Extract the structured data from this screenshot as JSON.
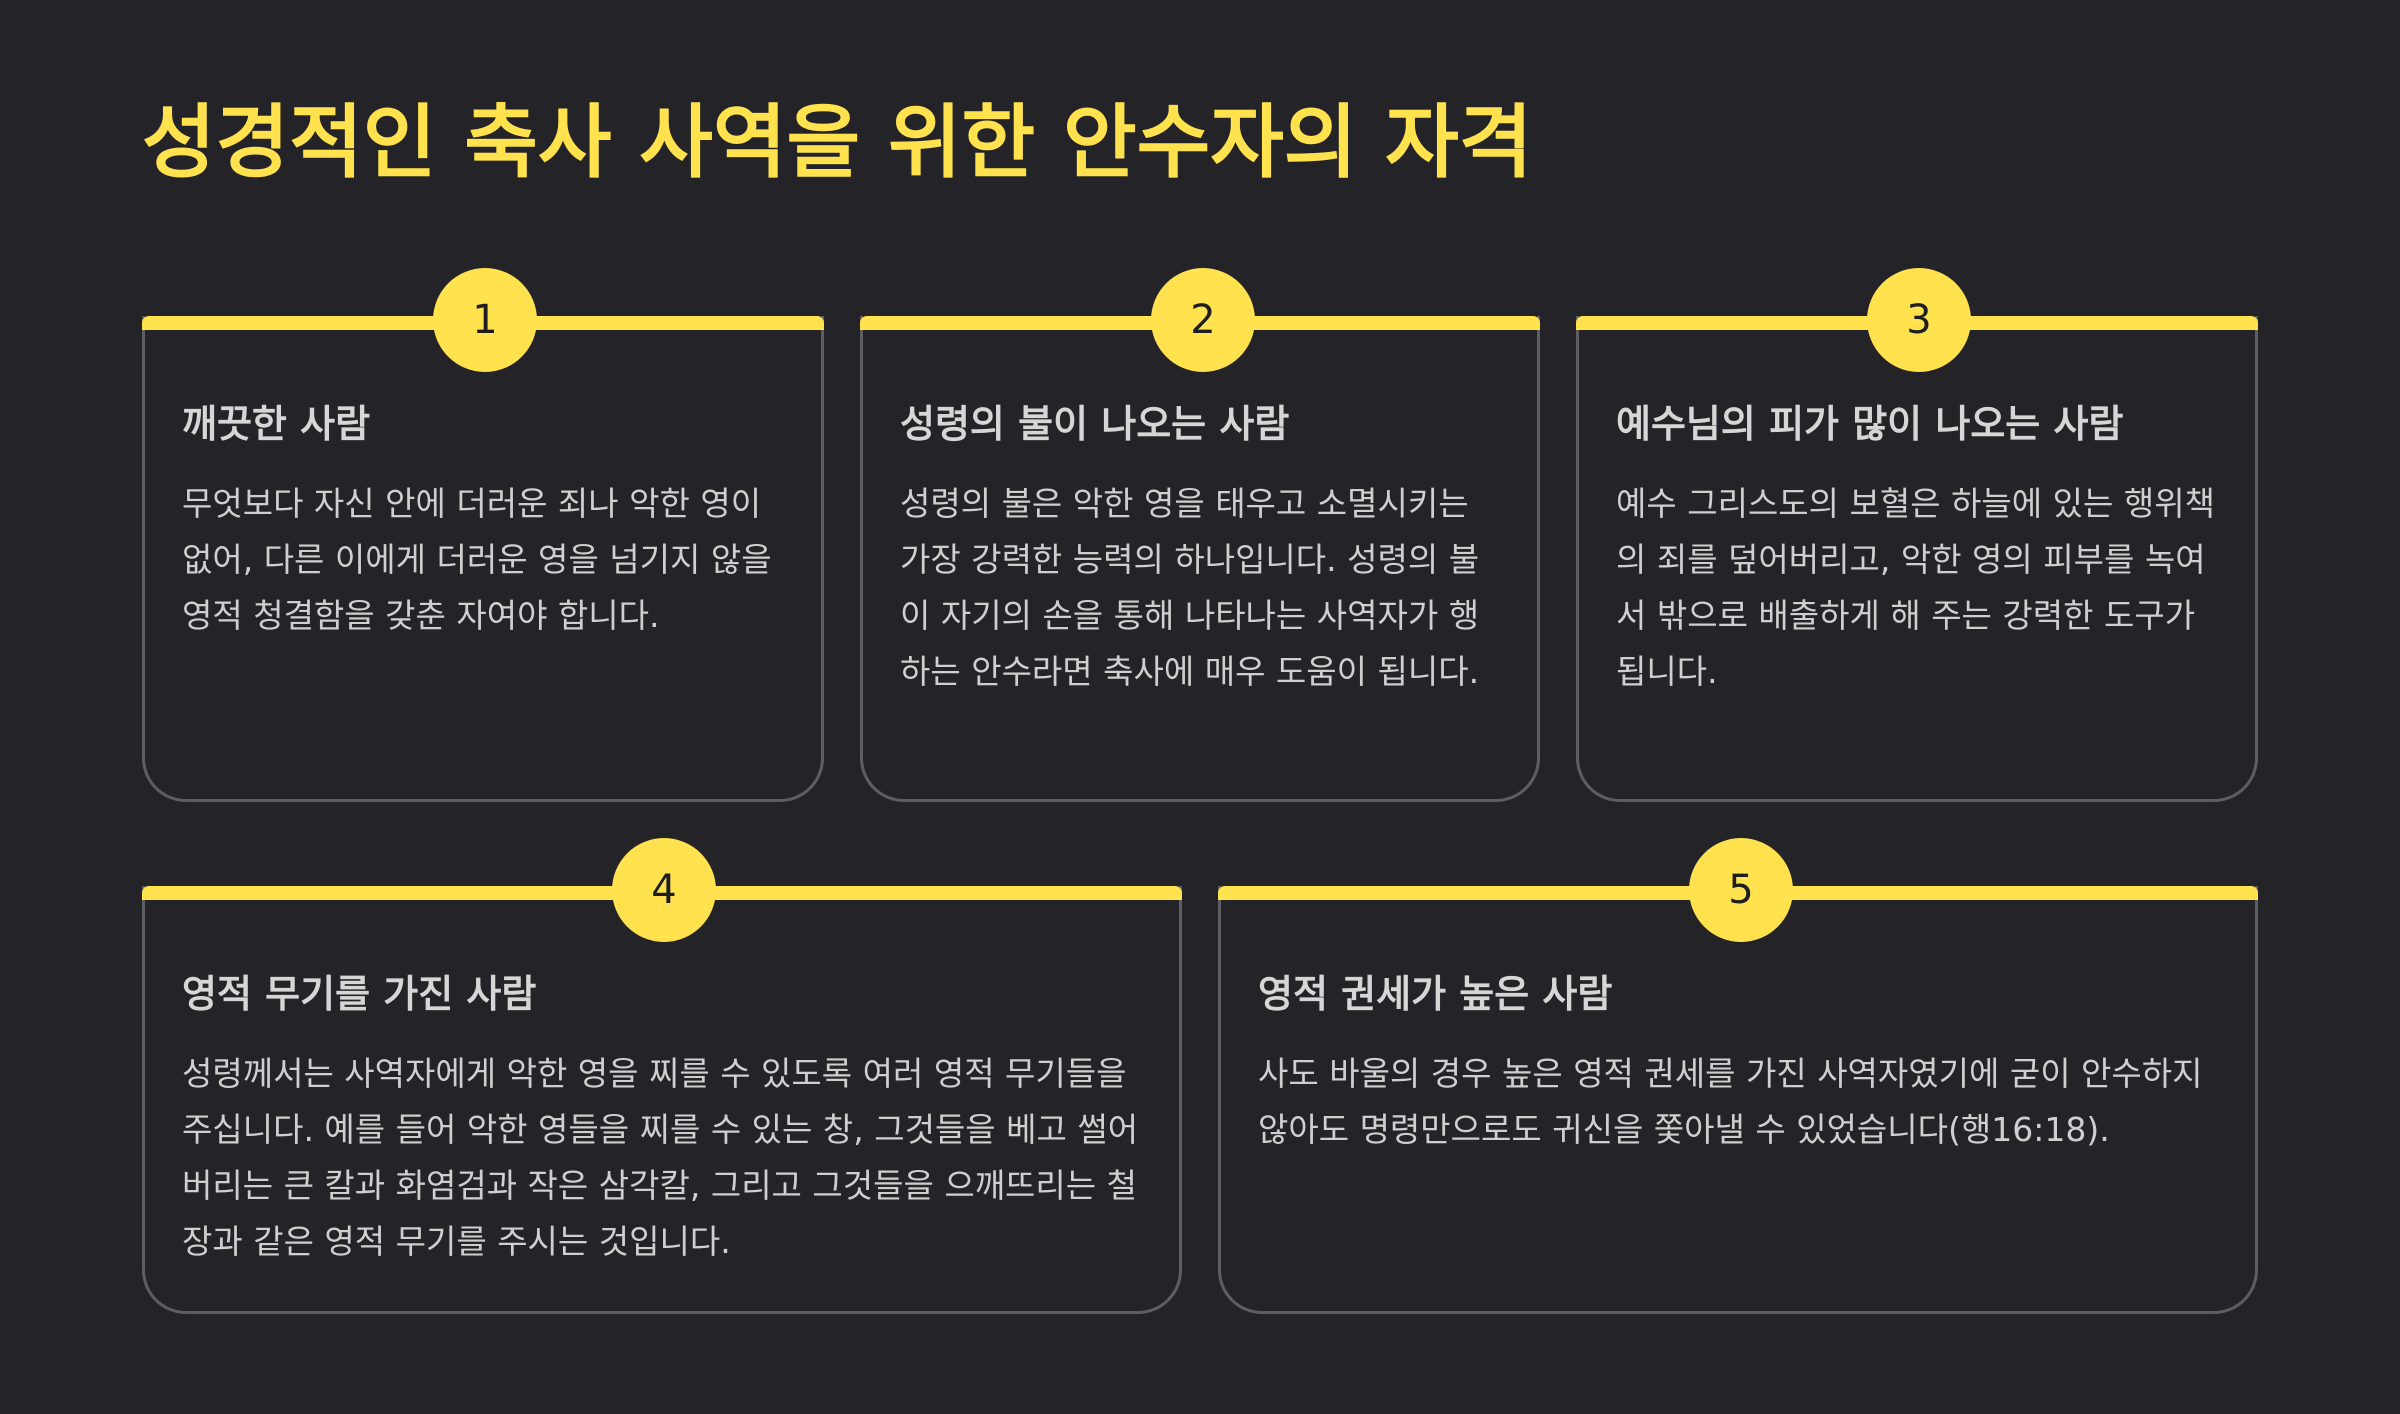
{
  "page": {
    "title": "성경적인 축사 사역을 위한 안수자의 자격"
  },
  "colors": {
    "background": "#242428",
    "accent": "#FFE24D",
    "card_border": "#5d5d64",
    "title_text": "#d6d6d6",
    "body_text": "#cfcfcf"
  },
  "cards": [
    {
      "number": "1",
      "title": "깨끗한 사람",
      "body": "무엇보다 자신 안에 더러운 죄나 악한 영이 없어, 다른 이에게 더러운 영을 넘기지 않을 영적 청결함을 갖춘 자여야 합니다."
    },
    {
      "number": "2",
      "title": "성령의 불이 나오는 사람",
      "body": "성령의 불은 악한 영을 태우고 소멸시키는 가장 강력한 능력의 하나입니다. 성령의 불이 자기의 손을 통해 나타나는 사역자가 행하는 안수라면 축사에 매우 도움이 됩니다."
    },
    {
      "number": "3",
      "title": "예수님의 피가 많이 나오는 사람",
      "body": "예수 그리스도의 보혈은 하늘에 있는 행위책의 죄를 덮어버리고, 악한 영의 피부를 녹여서 밖으로 배출하게 해 주는 강력한 도구가 됩니다."
    },
    {
      "number": "4",
      "title": "영적 무기를 가진 사람",
      "body": "성령께서는 사역자에게 악한 영을 찌를 수 있도록 여러 영적 무기들을 주십니다. 예를 들어 악한 영들을 찌를 수 있는 창, 그것들을 베고 썰어버리는 큰 칼과 화염검과 작은 삼각칼, 그리고 그것들을 으깨뜨리는 철장과 같은 영적 무기를 주시는 것입니다."
    },
    {
      "number": "5",
      "title": "영적 권세가 높은 사람",
      "body": "사도 바울의 경우 높은 영적 권세를 가진 사역자였기에 굳이 안수하지 않아도 명령만으로도 귀신을 쫓아낼 수 있었습니다(행16:18)."
    }
  ]
}
